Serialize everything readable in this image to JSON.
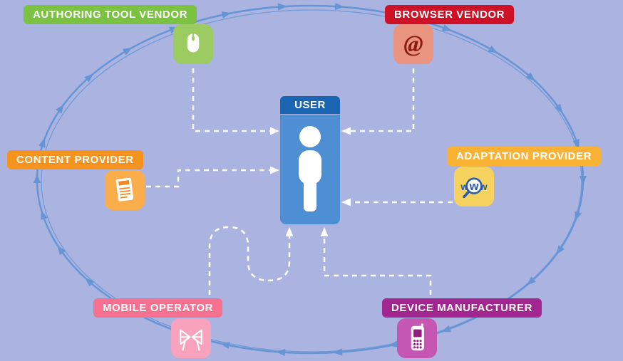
{
  "colors": {
    "background": "#abb4e0",
    "ring": "#6695d6",
    "connector": "#ffffff"
  },
  "user": {
    "label": "USER",
    "label_bg": "#1a66b3",
    "body_bg": "#4e8ed2",
    "icon": "person-icon"
  },
  "nodes": [
    {
      "id": "authoring-tool-vendor",
      "label": "AUTHORING TOOL VENDOR",
      "label_bg": "#7cc242",
      "icon_bg": "#9ccb62",
      "icon": "mouse-icon"
    },
    {
      "id": "browser-vendor",
      "label": "BROWSER VENDOR",
      "label_bg": "#ce1126",
      "icon_bg": "#e8947e",
      "icon": "at-icon"
    },
    {
      "id": "content-provider",
      "label": "CONTENT PROVIDER",
      "label_bg": "#f6921e",
      "icon_bg": "#f9ae4b",
      "icon": "document-icon"
    },
    {
      "id": "adaptation-provider",
      "label": "ADAPTATION PROVIDER",
      "label_bg": "#f9b233",
      "icon_bg": "#f5d15e",
      "icon": "www-magnifier-icon"
    },
    {
      "id": "mobile-operator",
      "label": "MOBILE OPERATOR",
      "label_bg": "#f5718f",
      "icon_bg": "#f8a2be",
      "icon": "antenna-icon"
    },
    {
      "id": "device-manufacturer",
      "label": "DEVICE MANUFACTURER",
      "label_bg": "#a2268f",
      "icon_bg": "#c557b3",
      "icon": "phone-icon"
    }
  ]
}
